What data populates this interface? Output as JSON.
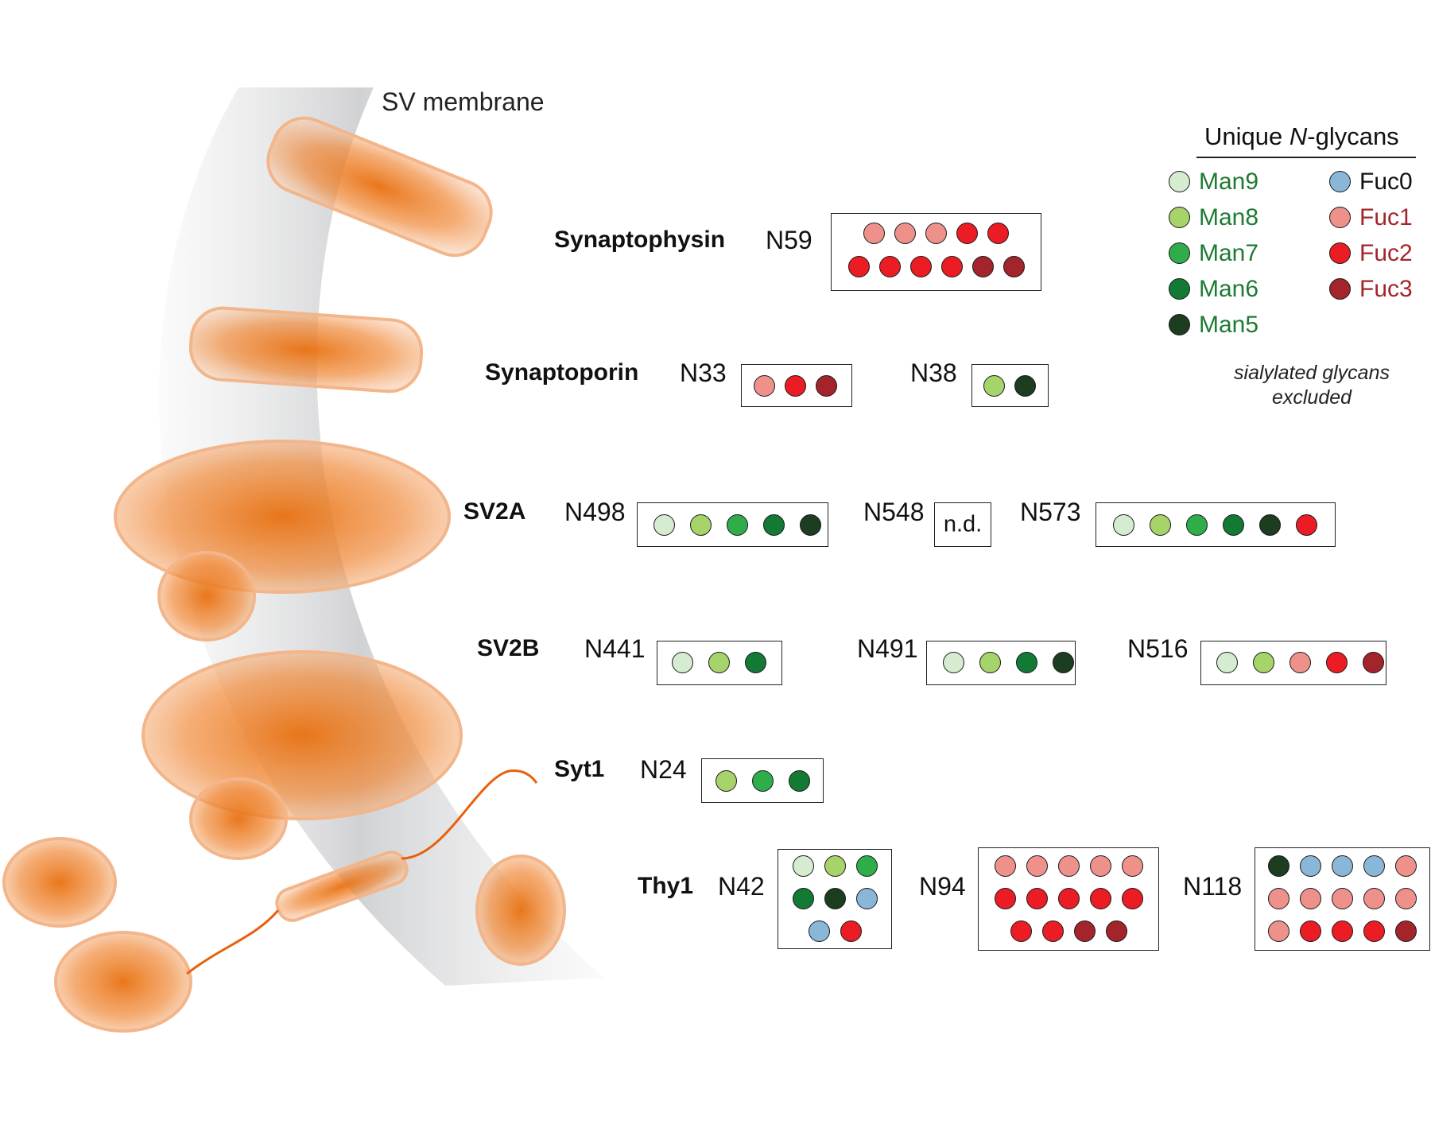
{
  "membrane_label": "SV membrane",
  "colors": {
    "Man9": "#d5ecd0",
    "Man8": "#a6d36a",
    "Man7": "#2fad4a",
    "Man6": "#137a36",
    "Man5": "#1c3d1f",
    "Fuc0": "#8ab7d7",
    "Fuc1": "#ef918b",
    "Fuc2": "#ec1c24",
    "Fuc3": "#a3252b",
    "man_text": "#1e7b34",
    "fuc_text": "#a3252b",
    "protein_fill": "#f7c9a8",
    "protein_core": "#e8700f",
    "membrane_band": "#cfd0d2"
  },
  "legend": {
    "title_pre": "Unique ",
    "title_italic": "N",
    "title_post": "-glycans",
    "items": [
      {
        "label": "Man9",
        "color_key": "Man9",
        "group": "man"
      },
      {
        "label": "Man8",
        "color_key": "Man8",
        "group": "man"
      },
      {
        "label": "Man7",
        "color_key": "Man7",
        "group": "man"
      },
      {
        "label": "Man6",
        "color_key": "Man6",
        "group": "man"
      },
      {
        "label": "Man5",
        "color_key": "Man5",
        "group": "man"
      },
      {
        "label": "Fuc0",
        "color_key": "Fuc0",
        "group": "fuc0"
      },
      {
        "label": "Fuc1",
        "color_key": "Fuc1",
        "group": "fuc"
      },
      {
        "label": "Fuc2",
        "color_key": "Fuc2",
        "group": "fuc"
      },
      {
        "label": "Fuc3",
        "color_key": "Fuc3",
        "group": "fuc"
      }
    ],
    "note_line1": "sialylated glycans",
    "note_line2": "excluded"
  },
  "proteins": [
    {
      "name": "Synaptophysin",
      "sites": [
        {
          "label": "N59",
          "glycans": [
            "Fuc1",
            "Fuc1",
            "Fuc1",
            "Fuc2",
            "Fuc2",
            "Fuc2",
            "Fuc2",
            "Fuc2",
            "Fuc2",
            "Fuc3",
            "Fuc3"
          ]
        }
      ]
    },
    {
      "name": "Synaptoporin",
      "sites": [
        {
          "label": "N33",
          "glycans": [
            "Fuc1",
            "Fuc2",
            "Fuc3"
          ]
        },
        {
          "label": "N38",
          "glycans": [
            "Man8",
            "Man5"
          ]
        }
      ]
    },
    {
      "name": "SV2A",
      "sites": [
        {
          "label": "N498",
          "glycans": [
            "Man9",
            "Man8",
            "Man7",
            "Man6",
            "Man5"
          ]
        },
        {
          "label": "N548",
          "glycans": [],
          "note": "n.d."
        },
        {
          "label": "N573",
          "glycans": [
            "Man9",
            "Man8",
            "Man7",
            "Man6",
            "Man5",
            "Fuc2"
          ]
        }
      ]
    },
    {
      "name": "SV2B",
      "sites": [
        {
          "label": "N441",
          "glycans": [
            "Man9",
            "Man8",
            "Man6"
          ]
        },
        {
          "label": "N491",
          "glycans": [
            "Man9",
            "Man8",
            "Man6",
            "Man5"
          ]
        },
        {
          "label": "N516",
          "glycans": [
            "Man9",
            "Man8",
            "Fuc1",
            "Fuc2",
            "Fuc3"
          ]
        }
      ]
    },
    {
      "name": "Syt1",
      "sites": [
        {
          "label": "N24",
          "glycans": [
            "Man8",
            "Man7",
            "Man6"
          ]
        }
      ]
    },
    {
      "name": "Thy1",
      "sites": [
        {
          "label": "N42",
          "glycans": [
            "Man9",
            "Man8",
            "Man7",
            "Man6",
            "Man5",
            "Fuc0",
            "Fuc0",
            "Fuc2"
          ]
        },
        {
          "label": "N94",
          "glycans": [
            "Fuc1",
            "Fuc1",
            "Fuc1",
            "Fuc1",
            "Fuc1",
            "Fuc2",
            "Fuc2",
            "Fuc2",
            "Fuc2",
            "Fuc2",
            "Fuc2",
            "Fuc2",
            "Fuc3",
            "Fuc3"
          ]
        },
        {
          "label": "N118",
          "glycans": [
            "Man5",
            "Fuc0",
            "Fuc0",
            "Fuc0",
            "Fuc1",
            "Fuc1",
            "Fuc1",
            "Fuc1",
            "Fuc1",
            "Fuc1",
            "Fuc1",
            "Fuc2",
            "Fuc2",
            "Fuc2",
            "Fuc3"
          ]
        }
      ]
    }
  ]
}
